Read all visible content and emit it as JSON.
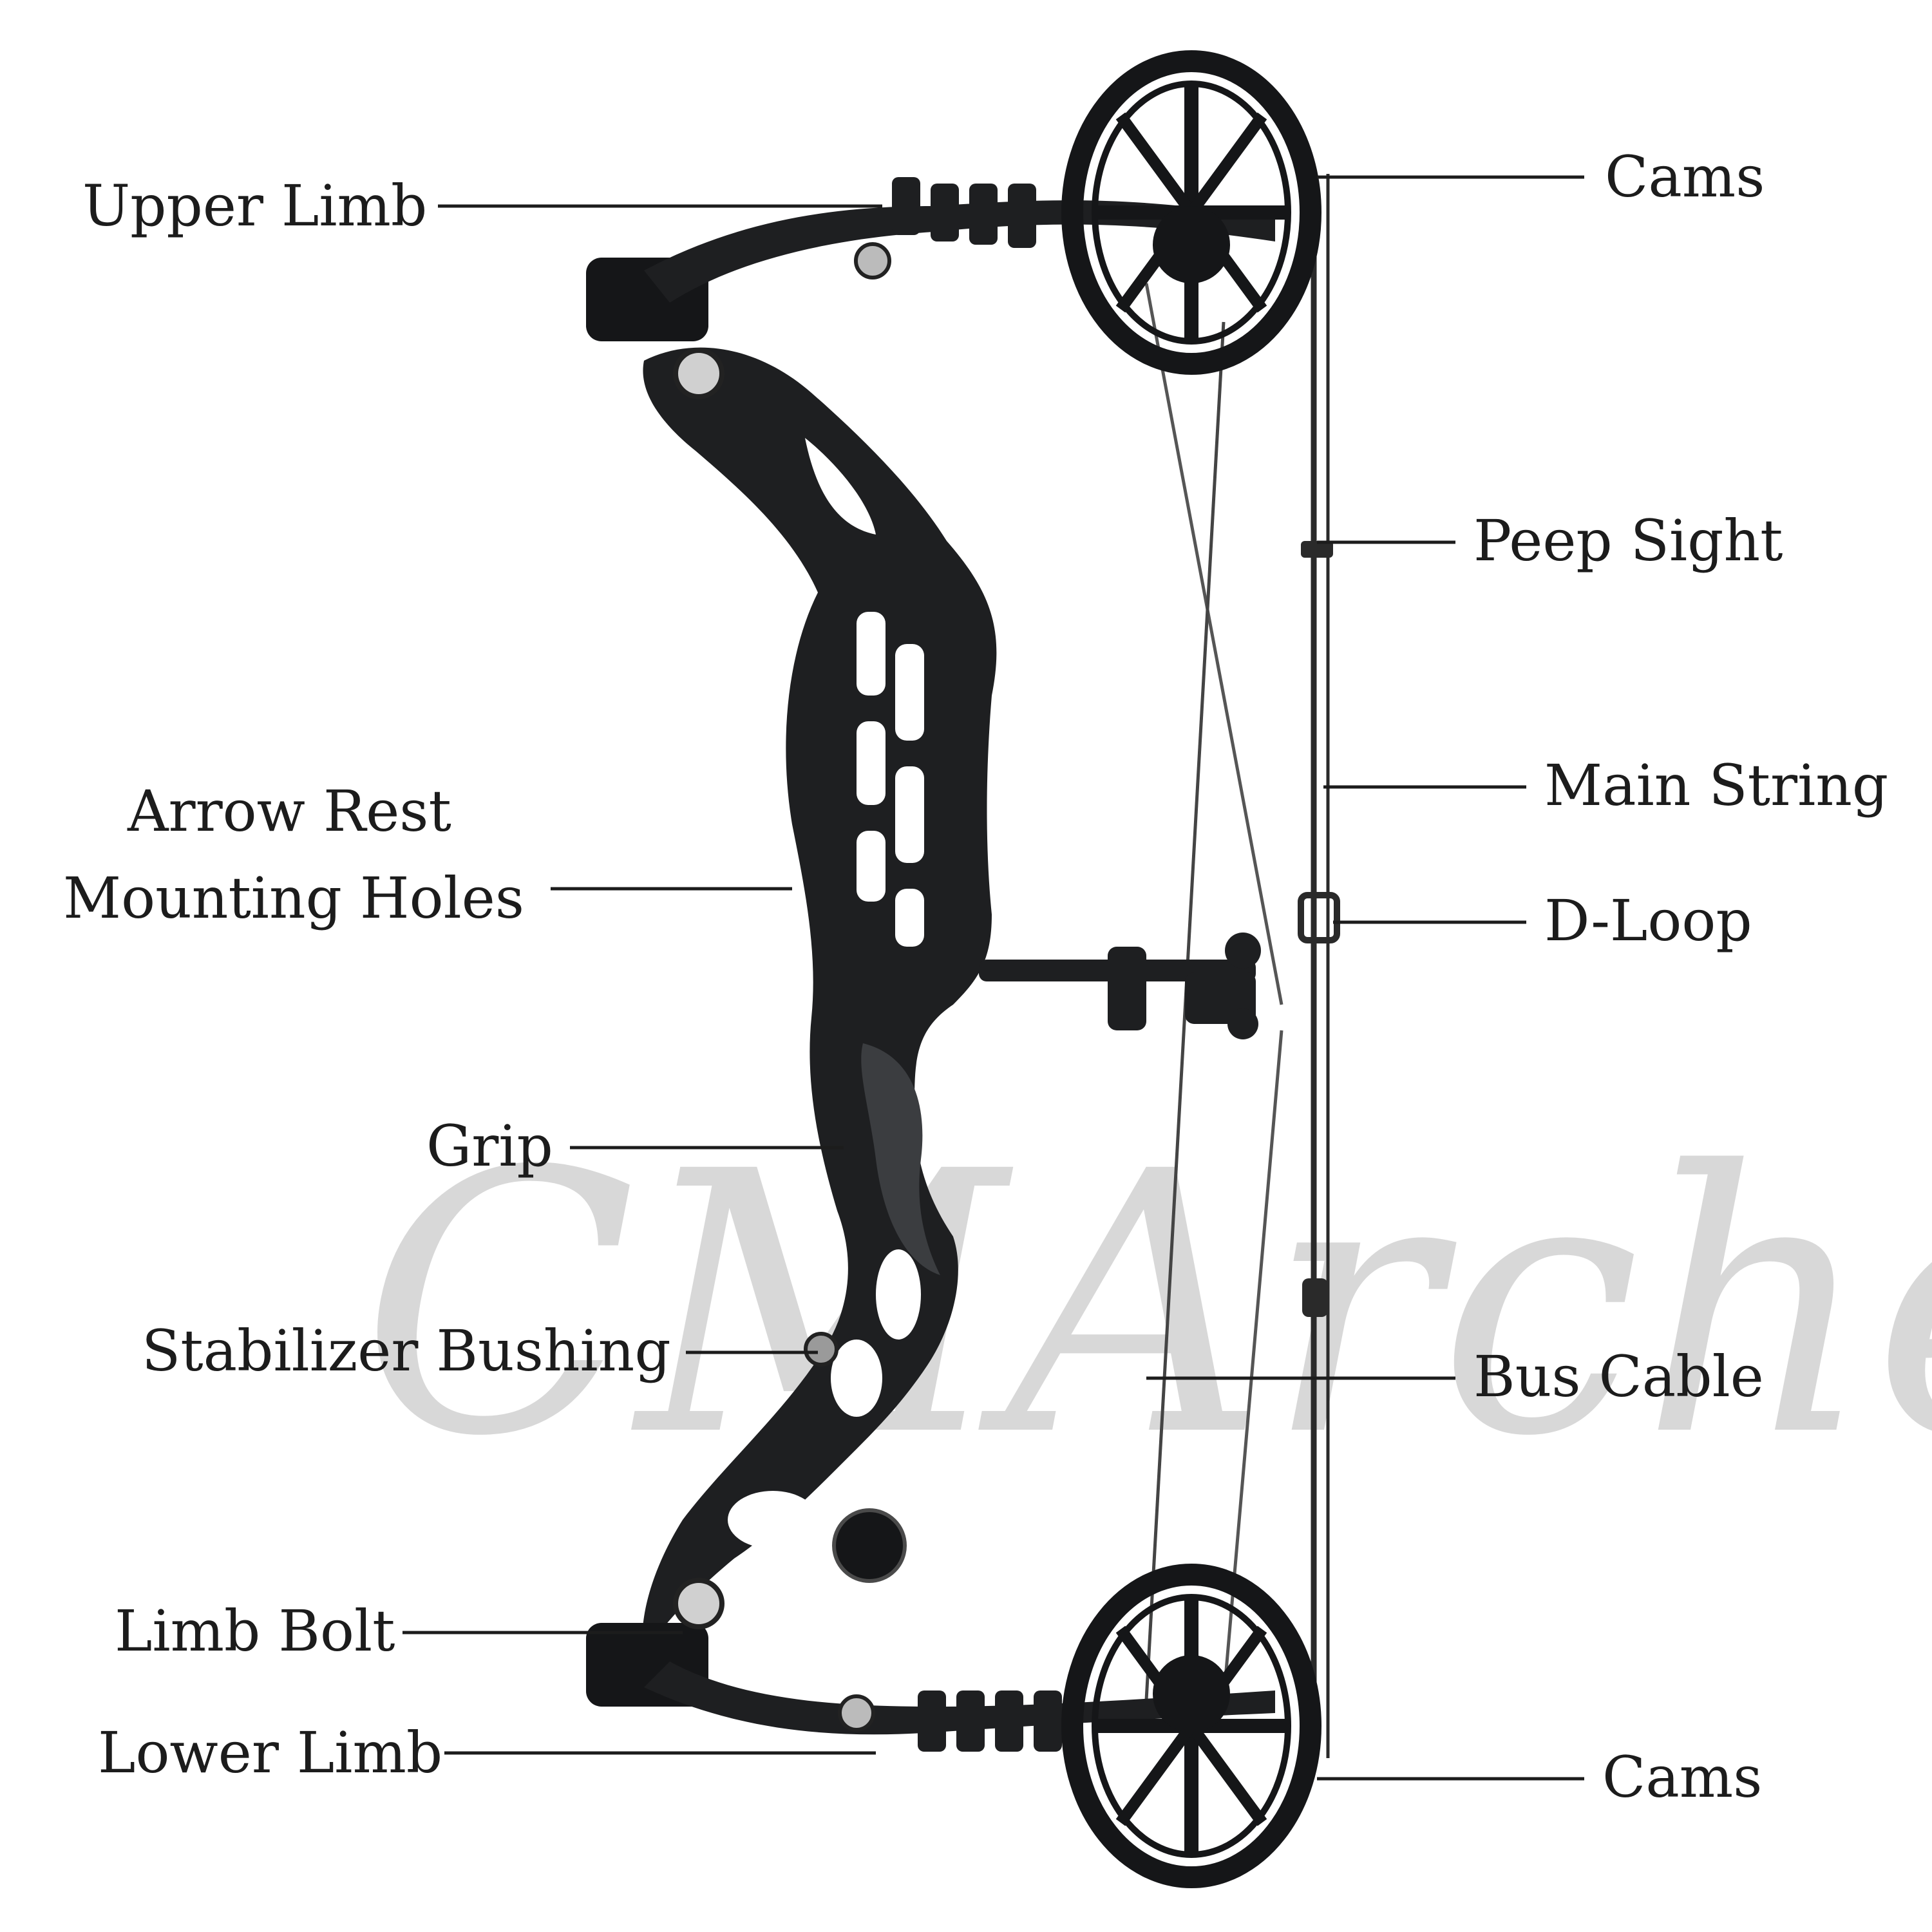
{
  "watermark": "CMArchery",
  "colors": {
    "bow": "#1e1f21",
    "bow_highlight": "#3b3d40",
    "cam": "#151618",
    "string": "#2a2a2a",
    "label": "#1c1c1c",
    "watermark": "#b9b9b9"
  },
  "labels": {
    "upper_limb": "Upper Limb",
    "arrow_rest_line1": "Arrow Rest",
    "arrow_rest_line2": "Mounting Holes",
    "grip": "Grip",
    "stabilizer_bushing": "Stabilizer Bushing",
    "limb_bolt": "Limb Bolt",
    "lower_limb": "Lower Limb",
    "cams_top": "Cams",
    "peep_sight": "Peep Sight",
    "main_string": "Main String",
    "d_loop": "D-Loop",
    "bus_cable": "Bus Cable",
    "cams_bottom": "Cams"
  }
}
